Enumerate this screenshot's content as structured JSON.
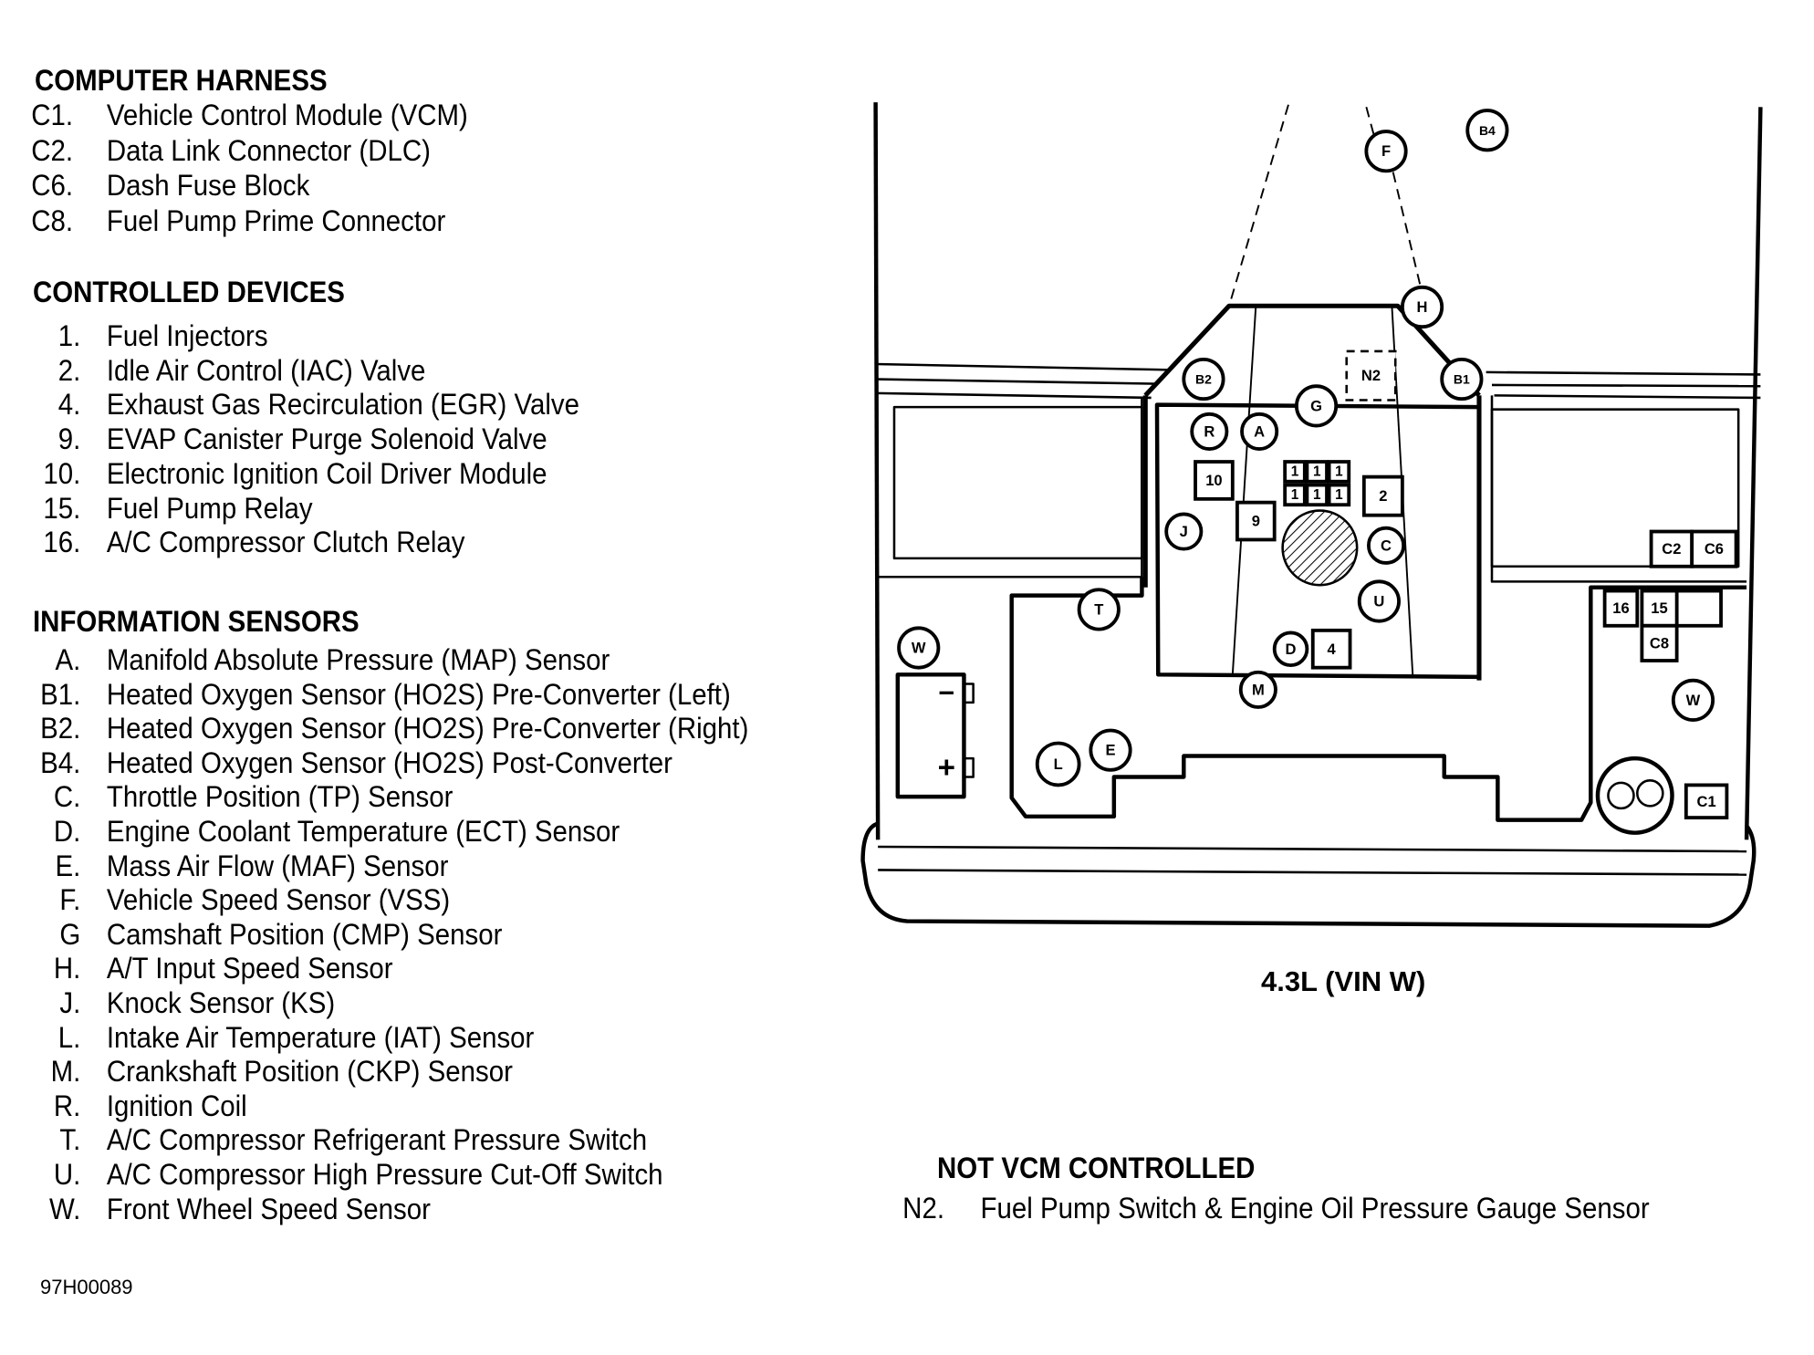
{
  "sections": {
    "computer_harness": {
      "title": "COMPUTER HARNESS",
      "items": [
        {
          "code": "C1.",
          "label": "Vehicle Control Module (VCM)"
        },
        {
          "code": "C2.",
          "label": "Data Link Connector (DLC)"
        },
        {
          "code": "C6.",
          "label": "Dash Fuse Block"
        },
        {
          "code": "C8.",
          "label": "Fuel Pump Prime Connector"
        }
      ]
    },
    "controlled_devices": {
      "title": "CONTROLLED DEVICES",
      "items": [
        {
          "code": "1.",
          "label": "Fuel Injectors"
        },
        {
          "code": "2.",
          "label": "Idle Air Control (IAC) Valve"
        },
        {
          "code": "4.",
          "label": "Exhaust Gas Recirculation (EGR) Valve"
        },
        {
          "code": "9.",
          "label": "EVAP Canister Purge Solenoid Valve"
        },
        {
          "code": "10.",
          "label": "Electronic Ignition Coil Driver Module"
        },
        {
          "code": "15.",
          "label": "Fuel Pump Relay"
        },
        {
          "code": "16.",
          "label": "A/C Compressor Clutch Relay"
        }
      ]
    },
    "information_sensors": {
      "title": "INFORMATION SENSORS",
      "items": [
        {
          "code": "A.",
          "label": "Manifold Absolute Pressure (MAP) Sensor"
        },
        {
          "code": "B1.",
          "label": "Heated Oxygen Sensor (HO2S) Pre-Converter (Left)"
        },
        {
          "code": "B2.",
          "label": "Heated Oxygen Sensor (HO2S) Pre-Converter (Right)"
        },
        {
          "code": "B4.",
          "label": "Heated Oxygen Sensor (HO2S) Post-Converter"
        },
        {
          "code": "C.",
          "label": "Throttle Position (TP) Sensor"
        },
        {
          "code": "D.",
          "label": "Engine Coolant Temperature (ECT) Sensor"
        },
        {
          "code": "E.",
          "label": "Mass Air Flow (MAF) Sensor"
        },
        {
          "code": "F.",
          "label": "Vehicle Speed Sensor (VSS)"
        },
        {
          "code": "G",
          "label": "Camshaft Position (CMP) Sensor"
        },
        {
          "code": "H.",
          "label": "A/T Input Speed Sensor"
        },
        {
          "code": "J.",
          "label": "Knock Sensor (KS)"
        },
        {
          "code": "L.",
          "label": "Intake Air Temperature (IAT) Sensor"
        },
        {
          "code": "M.",
          "label": "Crankshaft Position (CKP) Sensor"
        },
        {
          "code": "R.",
          "label": "Ignition Coil"
        },
        {
          "code": "T.",
          "label": "A/C Compressor Refrigerant Pressure Switch"
        },
        {
          "code": "U.",
          "label": "A/C Compressor High Pressure Cut-Off Switch"
        },
        {
          "code": "W.",
          "label": "Front Wheel Speed Sensor"
        }
      ]
    },
    "not_vcm_controlled": {
      "title": "NOT VCM CONTROLLED",
      "items": [
        {
          "code": "N2.",
          "label": "Fuel Pump Switch & Engine Oil Pressure Gauge Sensor"
        }
      ]
    }
  },
  "diagram": {
    "caption": "4.3L (VIN W)",
    "circle_markers": [
      "F",
      "B4",
      "H",
      "B2",
      "B1",
      "G",
      "R",
      "A",
      "J",
      "C",
      "T",
      "U",
      "D",
      "M",
      "W",
      "W",
      "L",
      "E"
    ],
    "box_markers": [
      "N2",
      "10",
      "9",
      "1",
      "1",
      "1",
      "1",
      "1",
      "1",
      "2",
      "4",
      "C2",
      "C6",
      "16",
      "15",
      "C8",
      "C1"
    ],
    "battery_terminals": {
      "negative": "−",
      "positive": "+"
    }
  },
  "footer": {
    "figure_id": "97H00089"
  }
}
